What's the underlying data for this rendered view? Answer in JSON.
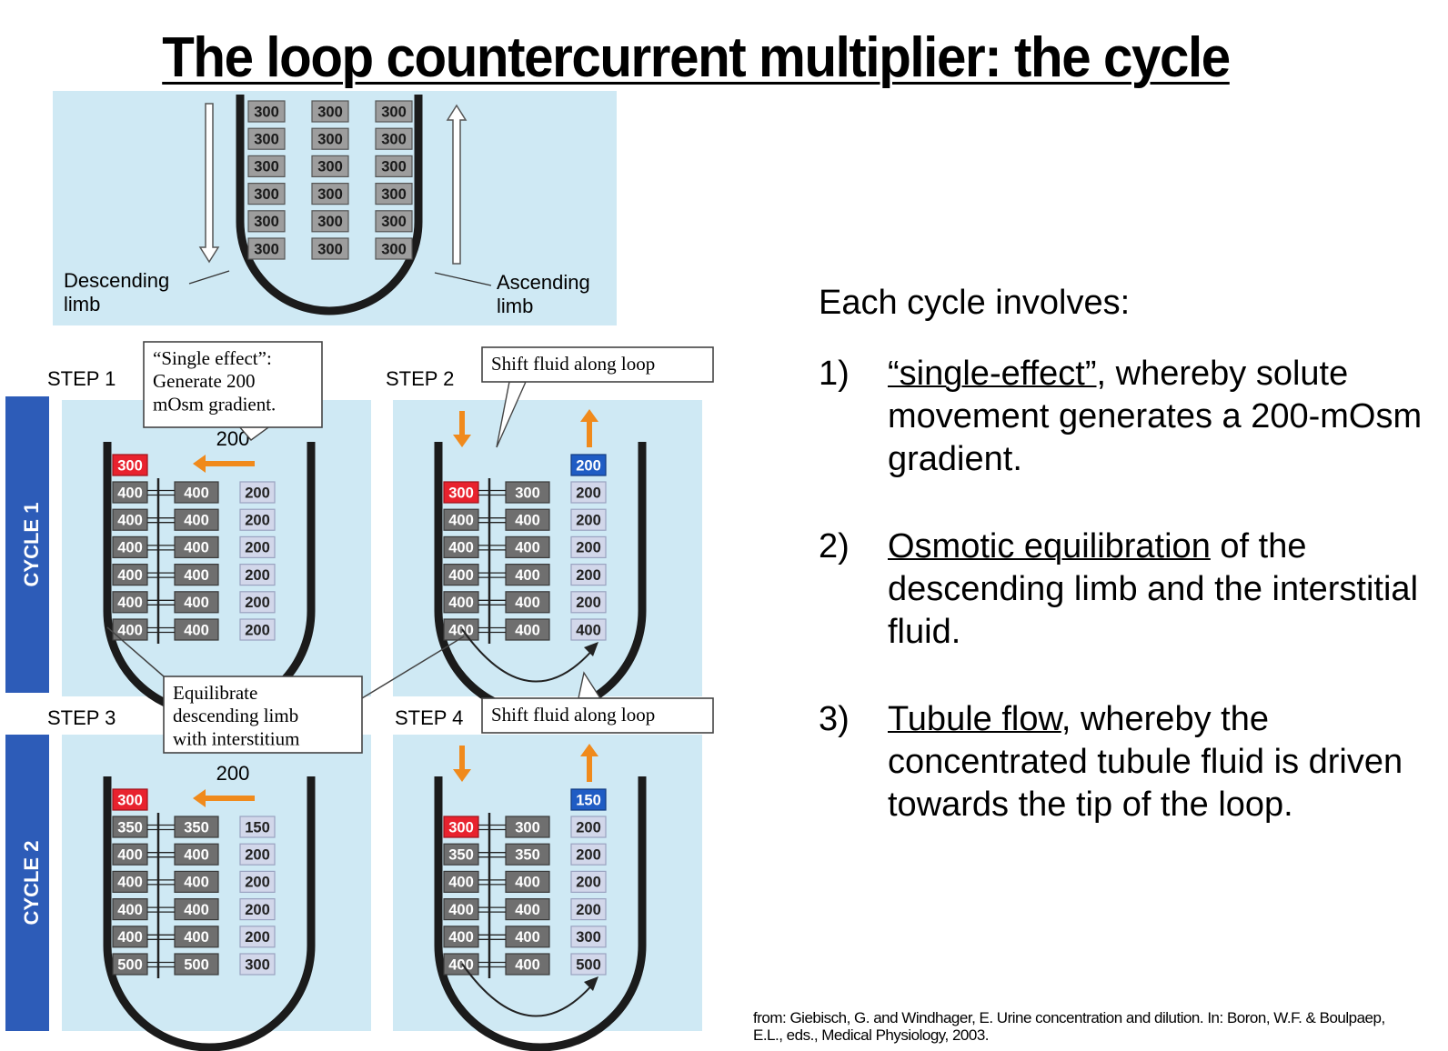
{
  "slide": {
    "title": "The loop countercurrent multiplier: the cycle",
    "intro": "Each cycle involves:",
    "items": [
      {
        "num": "1)",
        "term": "“single-effect”",
        "rest": ", whereby solute movement generates a 200-mOsm gradient."
      },
      {
        "num": "2)",
        "term": "Osmotic equilibration",
        "rest": " of the descending limb and the interstitial fluid."
      },
      {
        "num": "3)",
        "term": "Tubule flow",
        "rest": ", whereby the concentrated tubule fluid is driven towards the tip of the loop."
      }
    ],
    "citation": "from: Giebisch, G. and Windhager, E. Urine concentration and dilution. In: Boron, W.F. & Boulpaep, E.L., eds., Medical Physiology, 2003."
  },
  "figure": {
    "top": {
      "descending_label": "Descending\nlimb",
      "ascending_label": "Ascending\nlimb",
      "desc": [
        "300",
        "300",
        "300",
        "300",
        "300",
        "300"
      ],
      "inter": [
        "300",
        "300",
        "300",
        "300",
        "300",
        "300"
      ],
      "asc": [
        "300",
        "300",
        "300",
        "300",
        "300",
        "300"
      ]
    },
    "cycle_labels": [
      "CYCLE 1",
      "CYCLE 2"
    ],
    "callouts": {
      "single_effect": "“Single effect”:\nGenerate 200\nmOsm gradient.",
      "shift_fluid": "Shift fluid along loop",
      "equilibrate": "Equilibrate\ndescending limb\nwith interstitium"
    },
    "steps": [
      {
        "label": "STEP 1",
        "gradient": "200",
        "top_desc": "300",
        "top_asc": "",
        "desc": [
          "400",
          "400",
          "400",
          "400",
          "400",
          "400"
        ],
        "inter": [
          "400",
          "400",
          "400",
          "400",
          "400",
          "400"
        ],
        "asc": [
          "200",
          "200",
          "200",
          "200",
          "200",
          "200"
        ]
      },
      {
        "label": "STEP 2",
        "gradient": "",
        "top_desc": "",
        "top_asc": "200",
        "desc": [
          "300",
          "400",
          "400",
          "400",
          "400",
          "400"
        ],
        "inter": [
          "300",
          "400",
          "400",
          "400",
          "400",
          "400"
        ],
        "asc": [
          "200",
          "200",
          "200",
          "200",
          "200",
          "400"
        ]
      },
      {
        "label": "STEP 3",
        "gradient": "200",
        "top_desc": "300",
        "top_asc": "",
        "desc": [
          "350",
          "400",
          "400",
          "400",
          "400",
          "500"
        ],
        "inter": [
          "350",
          "400",
          "400",
          "400",
          "400",
          "500"
        ],
        "asc": [
          "150",
          "200",
          "200",
          "200",
          "200",
          "300"
        ]
      },
      {
        "label": "STEP 4",
        "gradient": "",
        "top_desc": "",
        "top_asc": "150",
        "desc": [
          "300",
          "350",
          "400",
          "400",
          "400",
          "400"
        ],
        "inter": [
          "300",
          "350",
          "400",
          "400",
          "400",
          "400"
        ],
        "asc": [
          "200",
          "200",
          "200",
          "200",
          "300",
          "500"
        ]
      }
    ],
    "colors": {
      "panel_bg": "#cfe9f4",
      "dark_cell": "#6f6f6f",
      "light_cell": "#d2d7ea",
      "red_cell": "#e8222e",
      "blue_cell": "#1f5cc4",
      "orange_arrow": "#f08a1c",
      "cycle_bar": "#2d5cb8"
    }
  }
}
